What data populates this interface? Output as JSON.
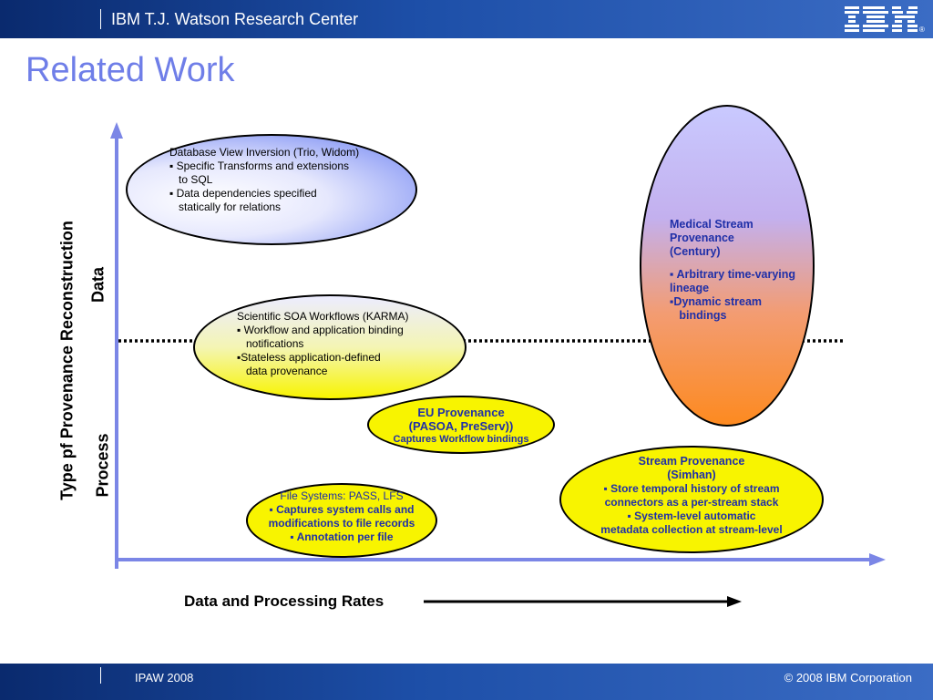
{
  "header": {
    "org": "IBM T.J. Watson Research Center",
    "logo": "IBM"
  },
  "title": "Related Work",
  "y_axis": {
    "label": "Type  pf  Provenance  Reconstruction",
    "top": "Data",
    "bottom": "Process"
  },
  "x_axis": {
    "label": "Data and Processing Rates"
  },
  "nodes": {
    "db": {
      "title": "Database View Inversion (Trio, Widom)",
      "lines": [
        "▪ Specific Transforms and extensions",
        "   to SQL",
        "▪ Data dependencies specified",
        "   statically for relations"
      ]
    },
    "soa": {
      "title": "Scientific SOA Workflows (KARMA)",
      "lines": [
        "▪ Workflow and application binding",
        "   notifications",
        "▪Stateless application-defined",
        "   data provenance"
      ]
    },
    "eu": {
      "title": "EU Provenance",
      "subtitle": "(PASOA, PreServ))",
      "lines": [
        "Captures Workflow bindings"
      ]
    },
    "fs": {
      "title": "File Systems: PASS, LFS",
      "lines": [
        "▪ Captures system calls and",
        "modifications to file records",
        "▪ Annotation per file"
      ]
    },
    "medical": {
      "title": "Medical Stream",
      "title2": "Provenance",
      "title3": "(Century)",
      "lines": [
        "▪ Arbitrary time-varying",
        "lineage",
        "▪Dynamic stream",
        "   bindings"
      ]
    },
    "stream": {
      "title": "Stream Provenance",
      "subtitle": "(Simhan)",
      "lines": [
        "▪ Store temporal history of stream",
        "connectors as a per-stream stack",
        "▪ System-level automatic",
        "metadata collection at stream-level"
      ]
    }
  },
  "footer": {
    "left": "IPAW 2008",
    "right": "© 2008 IBM Corporation"
  },
  "colors": {
    "bar": "#1d4fa8",
    "title": "#6f7ee8",
    "axis": "#7b86e6",
    "yellow": "#f8f400",
    "orange": "#fd8a20"
  }
}
